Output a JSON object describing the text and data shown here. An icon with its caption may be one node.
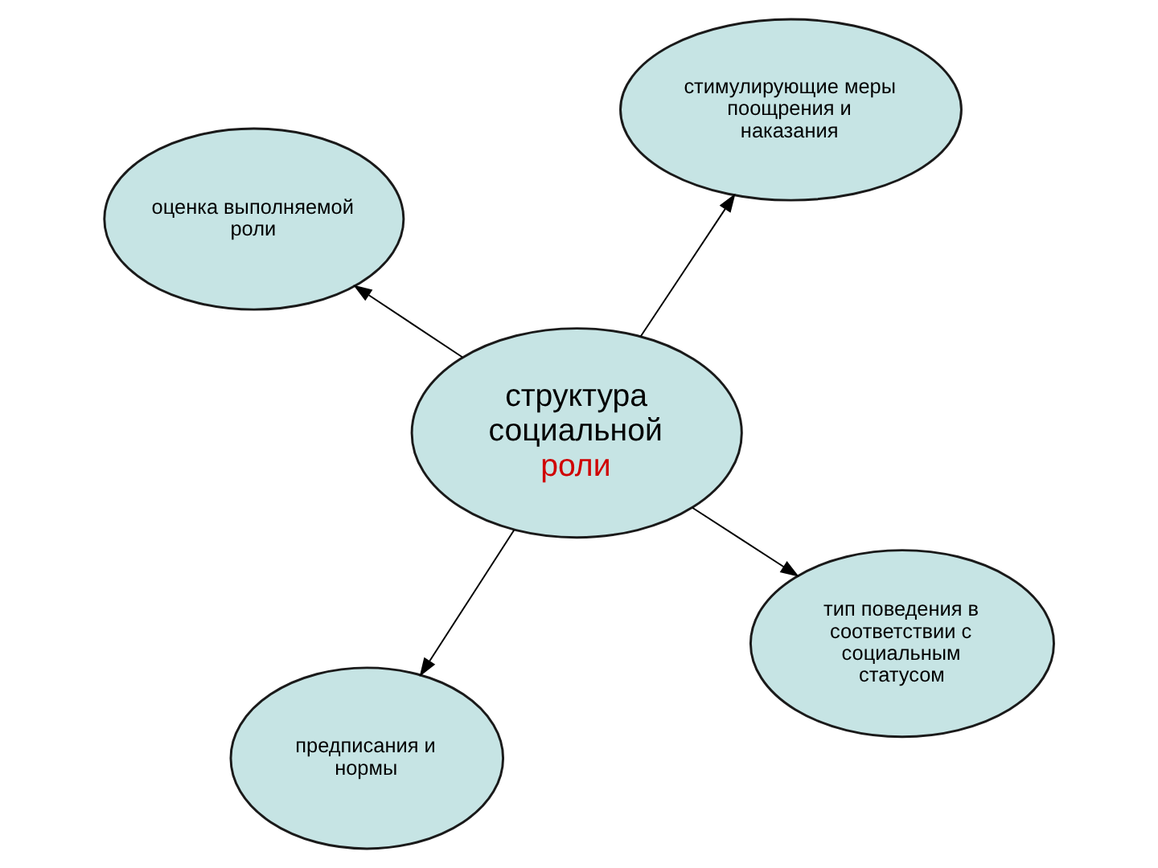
{
  "diagram": {
    "nodes": [
      {
        "text": [
          "структура социальной",
          "роли"
        ]
      },
      {
        "text": [
          "тип поведения в соответствии с социальным статусом"
        ]
      },
      {
        "text": [
          "предписания и нормы"
        ]
      },
      {
        "text": [
          "оценка выполняемой роли"
        ]
      },
      {
        "text": [
          "стимулирующие меры поощрения и наказания"
        ]
      }
    ],
    "edges": [
      {
        "from": 0,
        "to": 1,
        "arrow": "to"
      },
      {
        "from": 0,
        "to": 2,
        "arrow": "to"
      },
      {
        "from": 0,
        "to": 3,
        "arrow": "to"
      },
      {
        "from": 0,
        "to": 4,
        "arrow": "to"
      }
    ]
  }
}
